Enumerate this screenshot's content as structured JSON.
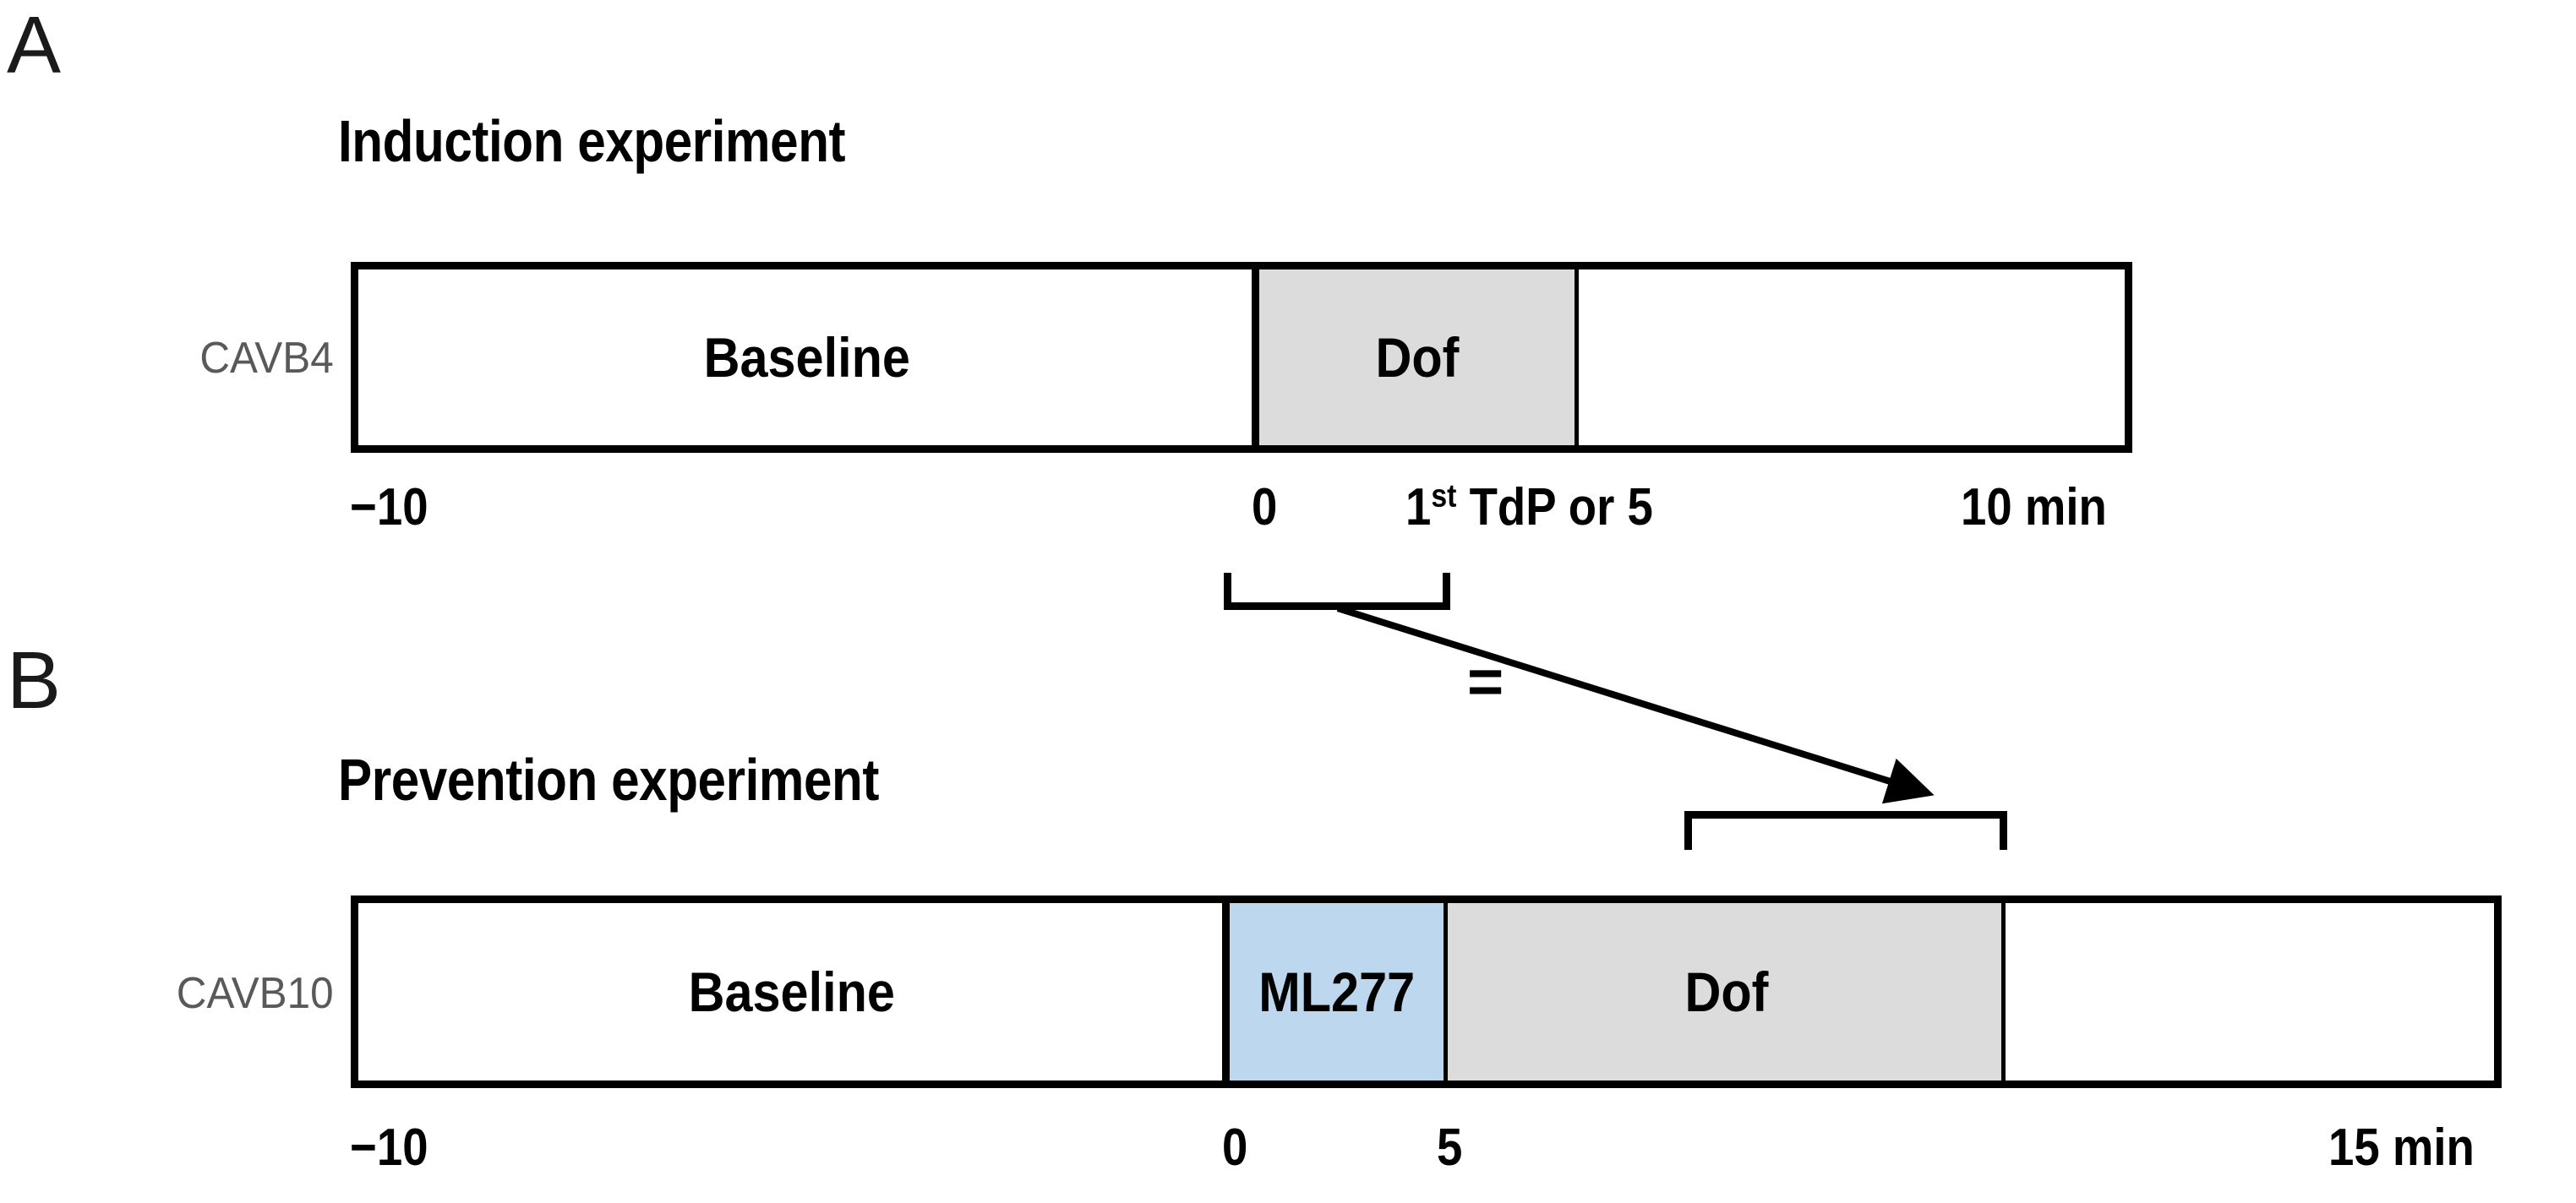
{
  "figure": {
    "background": "#ffffff",
    "ink": "#000000",
    "label_gray": "#595959",
    "dof_fill": "#dcdcdc",
    "ml277_fill": "#bdd7ee",
    "baseline_fill": "#ffffff"
  },
  "panels": [
    {
      "letter": "A",
      "title": "Induction experiment",
      "row_label": "CAVB4",
      "segments": [
        {
          "name": "baseline",
          "label": "Baseline",
          "fill": "#ffffff",
          "start_min": -10,
          "end_min": 0
        },
        {
          "name": "dof",
          "label": "Dof",
          "fill": "#dcdcdc",
          "start_min": 0,
          "end_min": 5
        },
        {
          "name": "washout",
          "label": "",
          "fill": "#ffffff",
          "start_min": 5,
          "end_min": 10
        }
      ],
      "axis": {
        "ticks": [
          {
            "name": "minus-ten",
            "text": "−10",
            "value": -10
          },
          {
            "name": "zero",
            "text": "0",
            "value": 0
          },
          {
            "name": "first-tdp-or-five",
            "text_before": "1",
            "superscript": "st",
            "text_after": " TdP or 5",
            "value": 5
          },
          {
            "name": "ten-min",
            "text": "10 min",
            "value": 10
          }
        ]
      }
    },
    {
      "letter": "B",
      "title": "Prevention experiment",
      "row_label": "CAVB10",
      "segments": [
        {
          "name": "baseline",
          "label": "Baseline",
          "fill": "#ffffff",
          "start_min": -10,
          "end_min": 0
        },
        {
          "name": "ml277",
          "label": "ML277",
          "fill": "#bdd7ee",
          "start_min": 0,
          "end_min": 5
        },
        {
          "name": "dof",
          "label": "Dof",
          "fill": "#dcdcdc",
          "start_min": 5,
          "end_min": 12
        },
        {
          "name": "washout",
          "label": "",
          "fill": "#ffffff",
          "start_min": 12,
          "end_min": 15
        }
      ],
      "axis": {
        "ticks": [
          {
            "name": "minus-ten",
            "text": "−10",
            "value": -10
          },
          {
            "name": "zero",
            "text": "0",
            "value": 0
          },
          {
            "name": "five",
            "text": "5",
            "value": 5
          },
          {
            "name": "fifteen-min",
            "text": "15 min",
            "value": 15
          }
        ]
      }
    }
  ],
  "annotation": {
    "equals_symbol": "=",
    "description": "Dofetilide exposure window in the induction experiment is equated to the dofetilide window in the prevention experiment",
    "top_bracket": {
      "name": "dof-window-bracket-a"
    },
    "bottom_bracket": {
      "name": "dof-window-bracket-b"
    },
    "arrow": {
      "name": "equivalence-arrow"
    }
  }
}
